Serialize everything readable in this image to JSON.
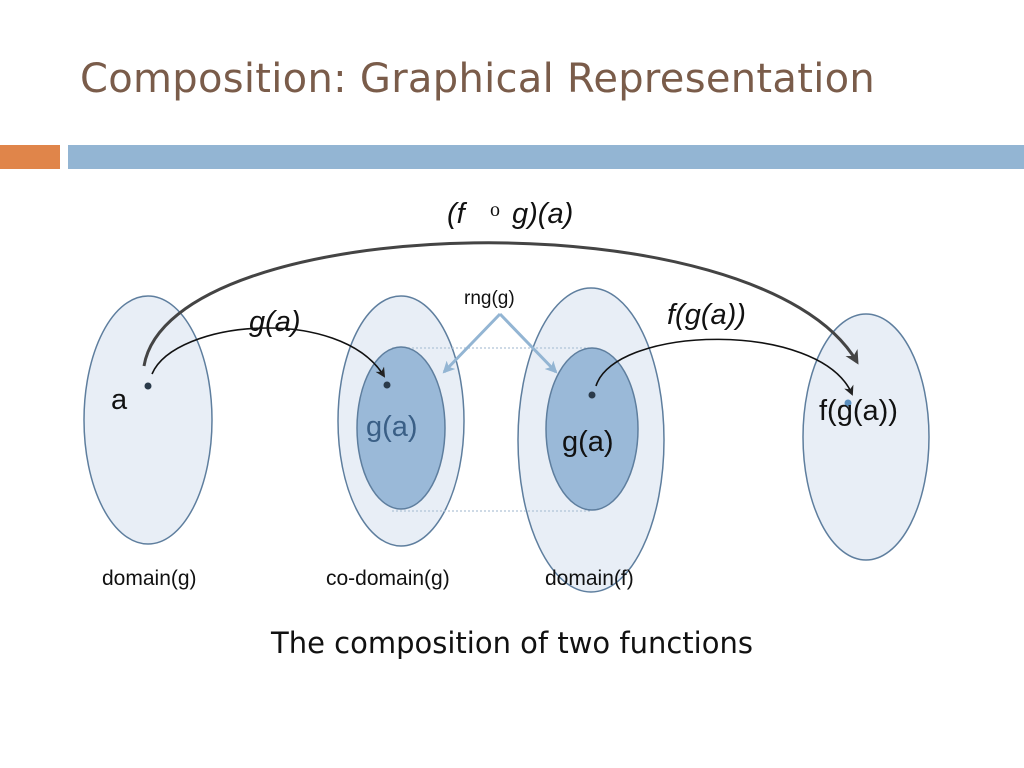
{
  "title": "Composition: Graphical Representation",
  "colors": {
    "title": "#7a5c4a",
    "accent_orange": "#e0854a",
    "accent_blue": "#93b5d3",
    "set_fill": "#e8eef6",
    "range_fill": "#9ab9d8",
    "outline": "#5e7e9e",
    "arrow": "#222222"
  },
  "diagram": {
    "composition_label_left": "(f",
    "composition_operator": "o",
    "composition_label_right": "g)(a)",
    "ga_arrow_label": "g(a)",
    "fga_arrow_label": "f(g(a))",
    "rng_label": "rng(g)",
    "element_a": "a",
    "element_ga_codomain": "g(a)",
    "element_ga_domain_f": "g(a)",
    "element_fga": "f(g(a))",
    "set_labels": {
      "domain_g": "domain(g)",
      "codomain_g": "co-domain(g)",
      "domain_f": "domain(f)"
    }
  },
  "caption": "The composition of two functions"
}
